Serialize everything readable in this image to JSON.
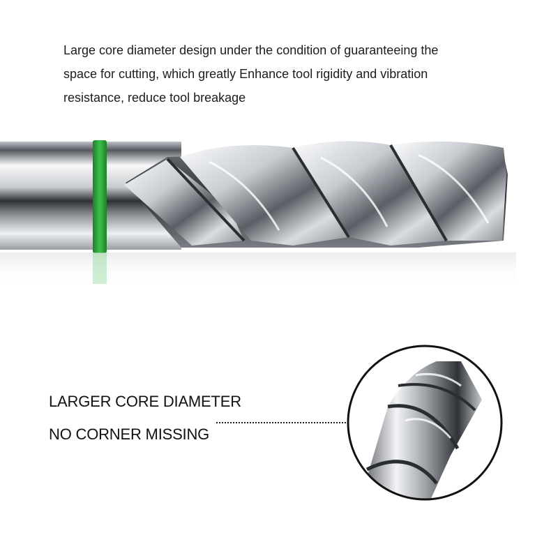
{
  "description": {
    "lines": [
      "Large core diameter design under the condition of guaranteeing the",
      "space for cutting, which greatly Enhance tool rigidity and vibration",
      "resistance, reduce tool breakage"
    ]
  },
  "callouts": {
    "line1": "LARGER CORE DIAMETER",
    "line2": "NO CORNER MISSING"
  },
  "colors": {
    "ring": "#2fa83a",
    "text": "#1c1c1c",
    "steel_light": "#f4f5f6",
    "steel_dark": "#3a3d41"
  },
  "icons": {
    "tool": "end-mill-image",
    "zoom": "magnified-tip-circle"
  }
}
